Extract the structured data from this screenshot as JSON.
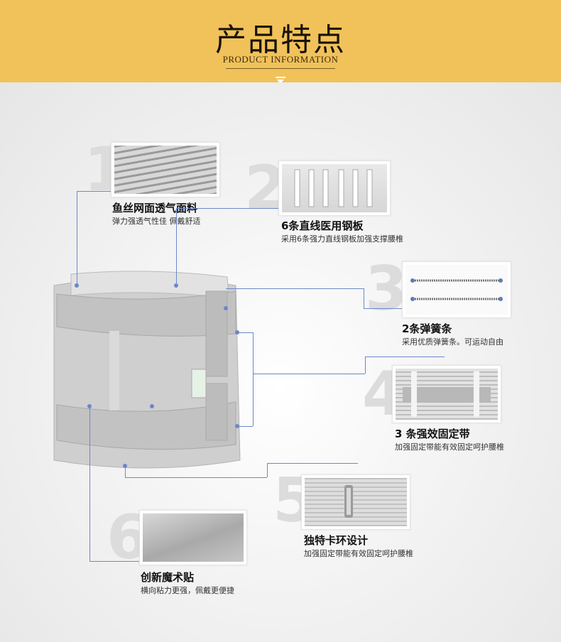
{
  "header": {
    "title": "产品特点",
    "subtitle": "PRODUCT INFORMATION",
    "tab_icon": "chevron-down-icon"
  },
  "features": [
    {
      "number": "1",
      "title": "鱼丝网面透气面料",
      "desc": "弹力强透气性佳 佩戴舒适"
    },
    {
      "number": "2",
      "title": "6条直线医用钢板",
      "desc": "采用6条强力直线钢板加强支撑腰椎"
    },
    {
      "number": "3",
      "title": "2条弹簧条",
      "desc": "采用优质弹簧条。可运动自由"
    },
    {
      "number": "4",
      "title": "3 条强效固定带",
      "desc": "加强固定带能有效固定呵护腰椎"
    },
    {
      "number": "5",
      "title": "独特卡环设计",
      "desc": "加强固定带能有效固定呵护腰椎"
    },
    {
      "number": "6",
      "title": "创新魔术贴",
      "desc": "横向粘力更强，佩戴更便捷"
    }
  ],
  "colors": {
    "banner": "#f1c25a",
    "connector": "#6c87c9",
    "product": "#c9c9c9"
  }
}
